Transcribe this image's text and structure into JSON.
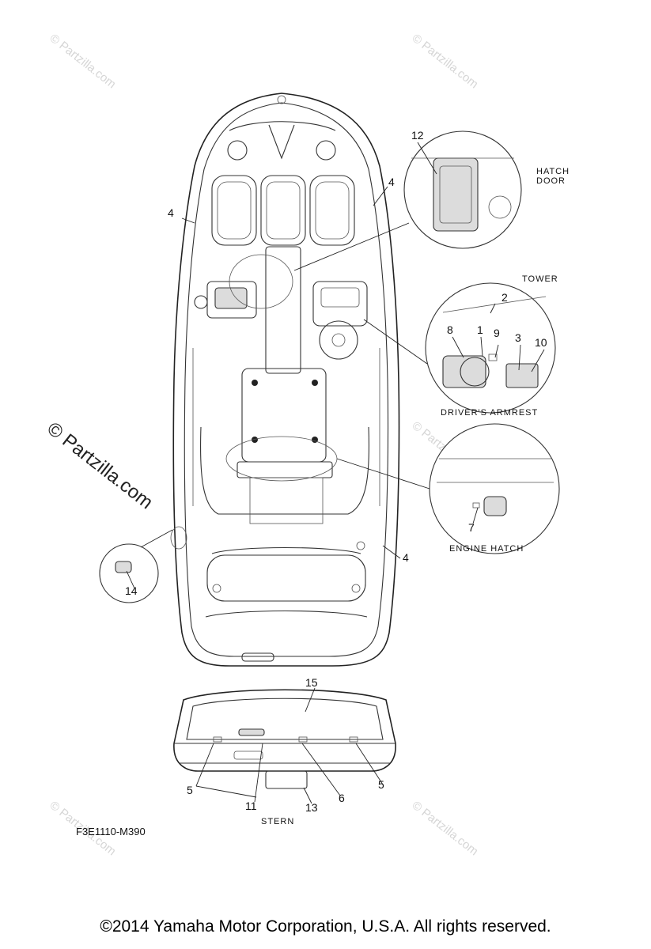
{
  "diagram_code": "F3E1110-M390",
  "copyright": "©2014 Yamaha Motor Corporation, U.S.A. All rights reserved.",
  "watermark": "© Partzilla.com",
  "callouts": {
    "hatch_door": "HATCH\nDOOR",
    "hatch_door_line1": "HATCH",
    "hatch_door_line2": "DOOR",
    "tower": "TOWER",
    "drivers_armrest": "DRIVER'S ARMREST",
    "engine_hatch": "ENGINE HATCH",
    "stern": "STERN"
  },
  "part_numbers": [
    "1",
    "2",
    "3",
    "4",
    "5",
    "6",
    "7",
    "8",
    "9",
    "10",
    "11",
    "12",
    "13",
    "14",
    "15"
  ]
}
